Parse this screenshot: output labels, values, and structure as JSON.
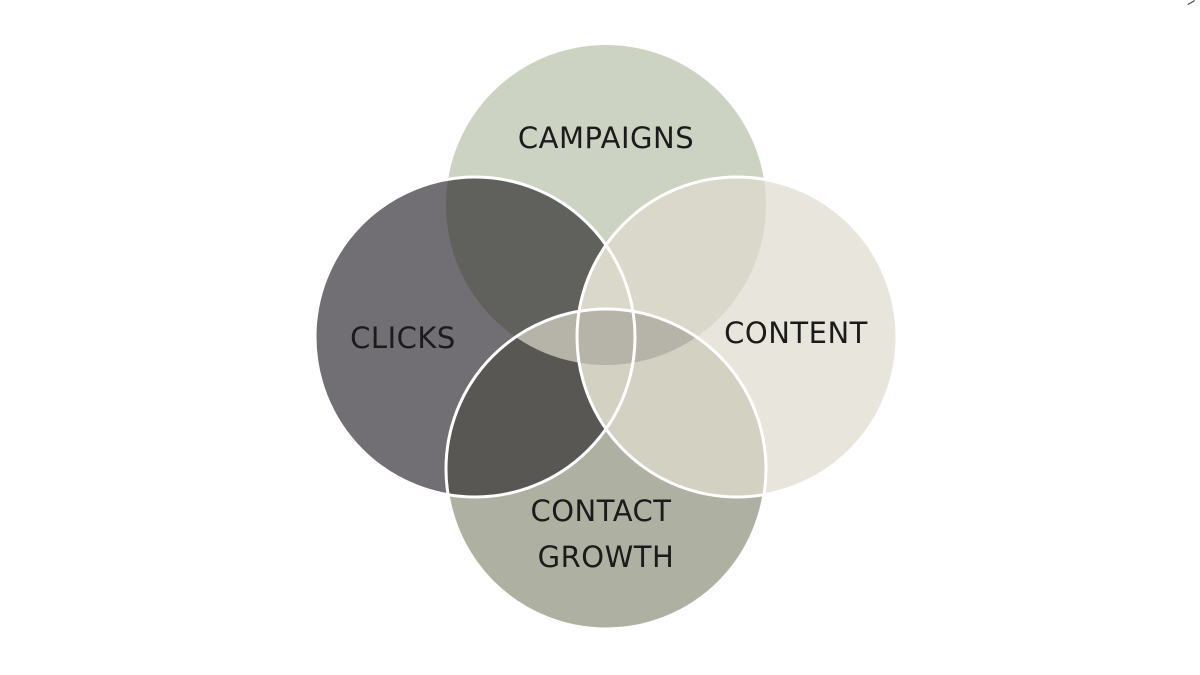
{
  "diagram": {
    "type": "four-circle-venn",
    "circles": [
      {
        "id": "campaigns",
        "label_lines": [
          "CAMPAIGNS"
        ],
        "fill": "#cdd3c2"
      },
      {
        "id": "clicks",
        "label_lines": [
          "CLICKS"
        ],
        "fill": "#716f73"
      },
      {
        "id": "content",
        "label_lines": [
          "CONTENT"
        ],
        "fill": "#e8e6dc"
      },
      {
        "id": "contact-growth",
        "label_lines": [
          "CONTACT",
          "GROWTH"
        ],
        "fill": "#aeb1a2"
      }
    ],
    "overlap_colors": {
      "campaigns_clicks": "#60615c",
      "campaigns_content": "#dad8cb",
      "clicks_contact": "#585753",
      "content_contact": "#d3d1c2",
      "center": "#b6b4a9"
    },
    "outline_color": "#ffffff"
  }
}
